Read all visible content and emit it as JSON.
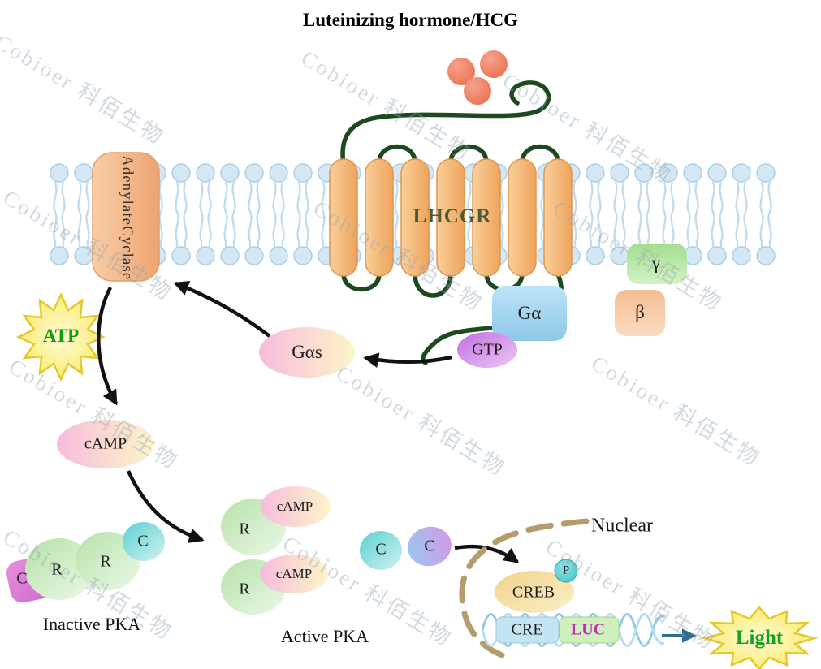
{
  "title": "Luteinizing hormone/HCG",
  "watermark": {
    "text": "Cobioer  科佰生物"
  },
  "receptor": {
    "label": "LHCGR"
  },
  "adenylate_cyclase": {
    "line1": "Adenylate",
    "line2": "Cyclase"
  },
  "g_protein": {
    "g_alpha": "Gα",
    "beta": "β",
    "gamma": "γ",
    "gtp": "GTP",
    "g_alpha_s": "Gαs"
  },
  "signaling": {
    "atp": "ATP",
    "camp": "cAMP"
  },
  "pka": {
    "inactive_label": "Inactive PKA",
    "active_label": "Active PKA",
    "regulatory": "R",
    "catalytic": "C",
    "camp": "cAMP"
  },
  "nucleus": {
    "label": "Nuclear",
    "creb": "CREB",
    "phospho": "P",
    "cre": "CRE",
    "luc": "LUC"
  },
  "output": {
    "light": "Light"
  },
  "colors": {
    "helix_orange": "#f2ab62",
    "membrane_blue": "#d3e7f4",
    "loop_green": "#1c4a1e",
    "ligand_red": "#ec7454",
    "atp_text_green": "#0ba00e",
    "light_text_green": "#16a31c",
    "luc_text_magenta": "#c12cb0",
    "nuclear_dash_tan": "#b49c6c",
    "arrow_black": "#111111",
    "star_yellow": "#f9e959"
  }
}
